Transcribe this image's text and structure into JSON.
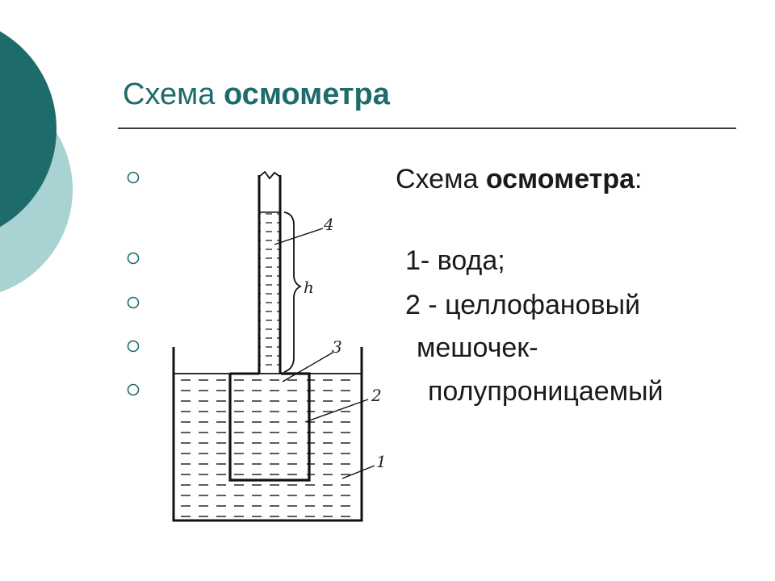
{
  "slide": {
    "title_plain": "Схема ",
    "title_bold": "осмометра"
  },
  "right_text": {
    "heading_plain": "Схема ",
    "heading_bold": "осмометра",
    "heading_colon": ":",
    "item1": "1- вода;",
    "item2": "2 - целлофановый",
    "item2b": "мешочек-",
    "item2c": "полупроницаемый"
  },
  "diagram": {
    "labels": {
      "n1": "1",
      "n2": "2",
      "n3": "3",
      "n4": "4",
      "h": "h"
    }
  },
  "colors": {
    "accent_dark": "#1d6b6b",
    "accent_light": "#a9d3d3",
    "title": "#1d6b6b"
  }
}
